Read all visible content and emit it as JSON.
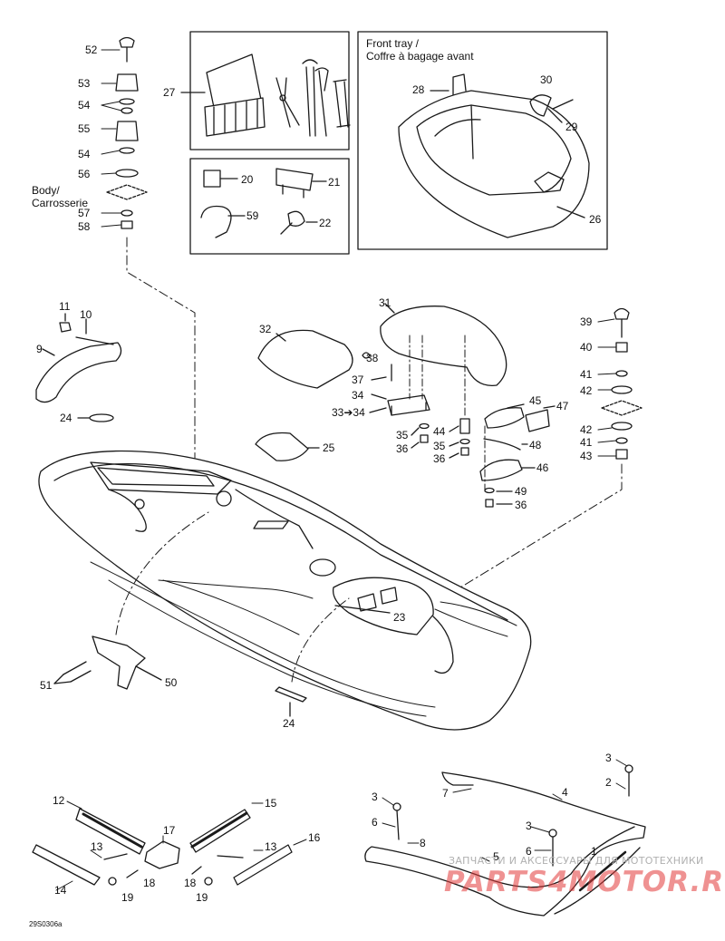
{
  "front_tray": {
    "title_line1": "Front tray /",
    "title_line2": "Coffre à bagage avant"
  },
  "body": {
    "line1": "Body/",
    "line2": "Carrosserie"
  },
  "callouts": {
    "c1": "1",
    "c2": "2",
    "c3a": "3",
    "c3b": "3",
    "c3c": "3",
    "c4": "4",
    "c5": "5",
    "c6a": "6",
    "c6b": "6",
    "c7": "7",
    "c8": "8",
    "c9": "9",
    "c10": "10",
    "c11": "11",
    "c12": "12",
    "c13a": "13",
    "c13b": "13",
    "c14": "14",
    "c15": "15",
    "c16": "16",
    "c17": "17",
    "c18a": "18",
    "c18b": "18",
    "c19a": "19",
    "c19b": "19",
    "c20": "20",
    "c21": "21",
    "c22": "22",
    "c23": "23",
    "c24a": "24",
    "c24b": "24",
    "c25": "25",
    "c26": "26",
    "c27": "27",
    "c28": "28",
    "c29": "29",
    "c30": "30",
    "c31": "31",
    "c32": "32",
    "c33": "33➔34",
    "c34": "34",
    "c35a": "35",
    "c35b": "35",
    "c36a": "36",
    "c36b": "36",
    "c36c": "36",
    "c37": "37",
    "c38": "38",
    "c39": "39",
    "c40": "40",
    "c41a": "41",
    "c41b": "41",
    "c42a": "42",
    "c42b": "42",
    "c43": "43",
    "c44": "44",
    "c45": "45",
    "c46": "46",
    "c47": "47",
    "c48": "48",
    "c49": "49",
    "c50": "50",
    "c51": "51",
    "c52": "52",
    "c53": "53",
    "c54a": "54",
    "c54b": "54",
    "c55": "55",
    "c56": "56",
    "c57": "57",
    "c58": "58",
    "c59": "59"
  },
  "drawing_code": "29S0306a",
  "watermark": {
    "line1": "ЗАПЧАСТИ И АКСЕССУАРЫ ДЛЯ МОТОТЕХНИКИ",
    "line2": "PARTS4MOTOR.RU"
  },
  "colors": {
    "ink": "#1a1a1a",
    "watermark_red": "#e23a3a",
    "watermark_grey": "#b0b0b0"
  }
}
